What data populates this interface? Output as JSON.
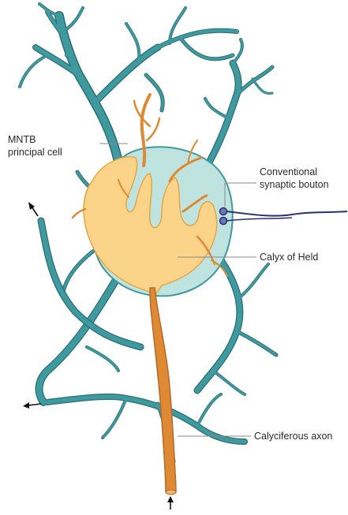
{
  "labels": {
    "cell_line1": "MNTB",
    "cell_line2": "principal cell",
    "bouton_line1": "Conventional",
    "bouton_line2": "synaptic bouton",
    "calyx": "Calyx of Held",
    "axon": "Calyciferous axon"
  },
  "colors": {
    "dendrite_fill": "#3f9aa0",
    "dendrite_stroke": "#2b6f74",
    "soma_fill": "#bfe3df",
    "calyx_fill": "#fcd489",
    "calyx_stroke": "#e3a746",
    "axon_fill": "#de8a35",
    "axon_stroke": "#b7692a",
    "bouton_fill": "#6e78b8",
    "bouton_stroke": "#2a2f6e",
    "leader": "#8a8a8a",
    "arrow": "#111111"
  }
}
